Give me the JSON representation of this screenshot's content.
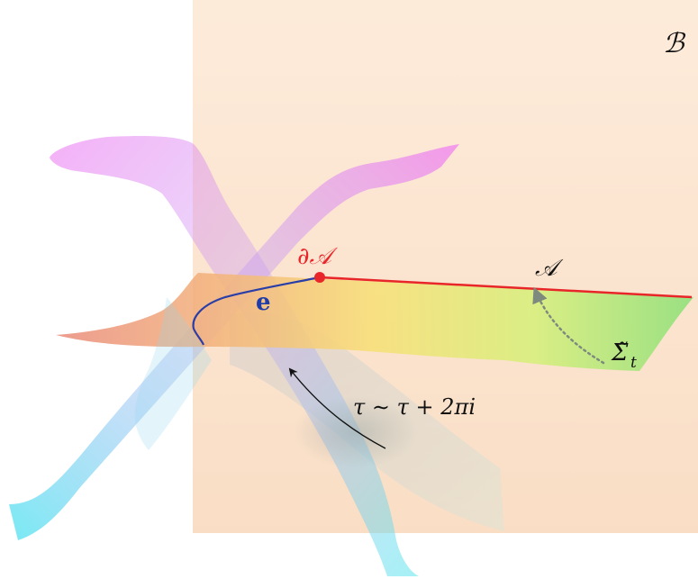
{
  "labels": {
    "bulk": "ℬ",
    "region": "𝒜",
    "boundary": "∂𝒜",
    "edge": "e",
    "slice": "Σ̃",
    "slice_subscript": "t",
    "identification": "τ ∼ τ + 2πi"
  },
  "colors": {
    "bulk_plane": "#fbe3cc",
    "region_line": "#e8262a",
    "boundary_point": "#e8262a",
    "edge_curve": "#2a3ea8",
    "edge_label": "#1f3ca8",
    "arrow": "#111111",
    "dotted_arrow": "#7d8a7d",
    "sheet_top": "#e879f2",
    "sheet_bottom": "#4fe3f0"
  }
}
